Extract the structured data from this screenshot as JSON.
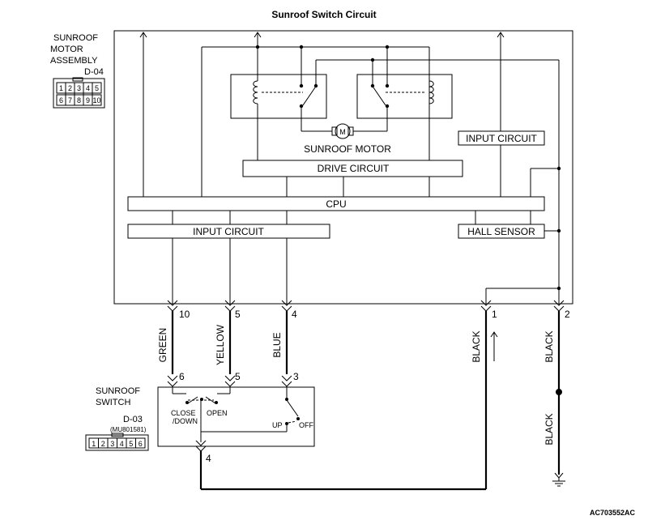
{
  "title": "Sunroof Switch Circuit",
  "figure_code": "AC703552AC",
  "motor_assembly": {
    "label_lines": [
      "SUNROOF",
      "MOTOR",
      "ASSEMBLY"
    ],
    "connector": "D-04",
    "connector_pins_top": [
      "1",
      "2",
      "3",
      "4",
      "5"
    ],
    "connector_pins_bottom": [
      "6",
      "7",
      "8",
      "9",
      "10"
    ]
  },
  "blocks": {
    "input_circuit_right": "INPUT CIRCUIT",
    "sunroof_motor": "SUNROOF MOTOR",
    "drive_circuit": "DRIVE CIRCUIT",
    "cpu": "CPU",
    "input_circuit_left": "INPUT CIRCUIT",
    "hall_sensor": "HALL SENSOR"
  },
  "assembly_pins": [
    "10",
    "5",
    "4",
    "1",
    "2"
  ],
  "wires": {
    "green": "GREEN",
    "yellow": "YELLOW",
    "blue": "BLUE",
    "black_1": "BLACK",
    "black_2": "BLACK",
    "black_3": "BLACK"
  },
  "switch_pins": [
    "6",
    "5",
    "3",
    "4"
  ],
  "sunroof_switch": {
    "label_lines": [
      "SUNROOF",
      "SWITCH"
    ],
    "connector": "D-03",
    "part_no": "(MU801581)",
    "connector_pins": [
      "1",
      "2",
      "3",
      "4",
      "5",
      "6"
    ],
    "close_lines": [
      "CLOSE",
      "/DOWN"
    ],
    "open": "OPEN",
    "up": "UP",
    "off": "OFF"
  }
}
